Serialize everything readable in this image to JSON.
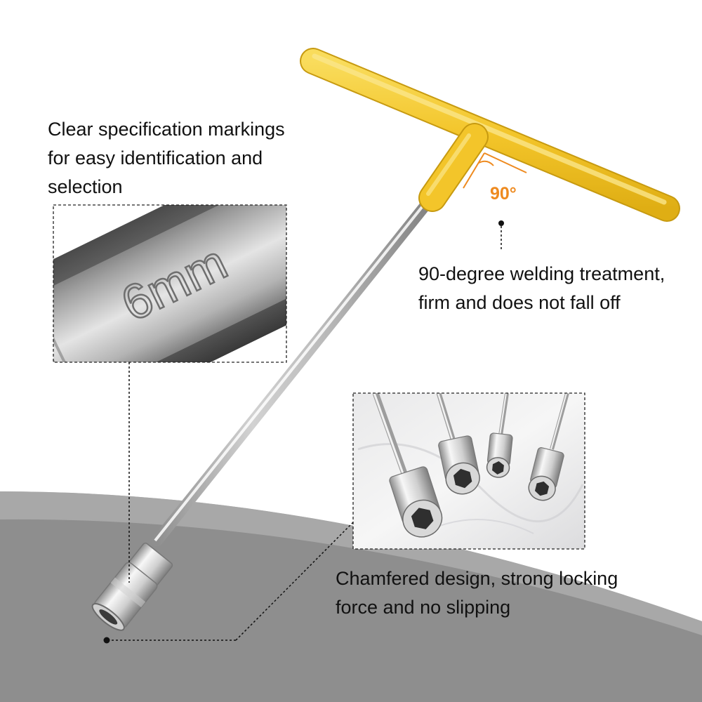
{
  "captions": {
    "markings": [
      "Clear specification markings",
      "for easy identification and",
      "selection"
    ],
    "welding": [
      "90-degree welding treatment,",
      "firm and does not fall off"
    ],
    "chamfer": [
      "Chamfered design, strong locking",
      "force and no slipping"
    ]
  },
  "angle_label": "90°",
  "colors": {
    "handle": "#f3c52a",
    "angle": "#ee8a1f",
    "swoosh": "#8e8e8e"
  }
}
